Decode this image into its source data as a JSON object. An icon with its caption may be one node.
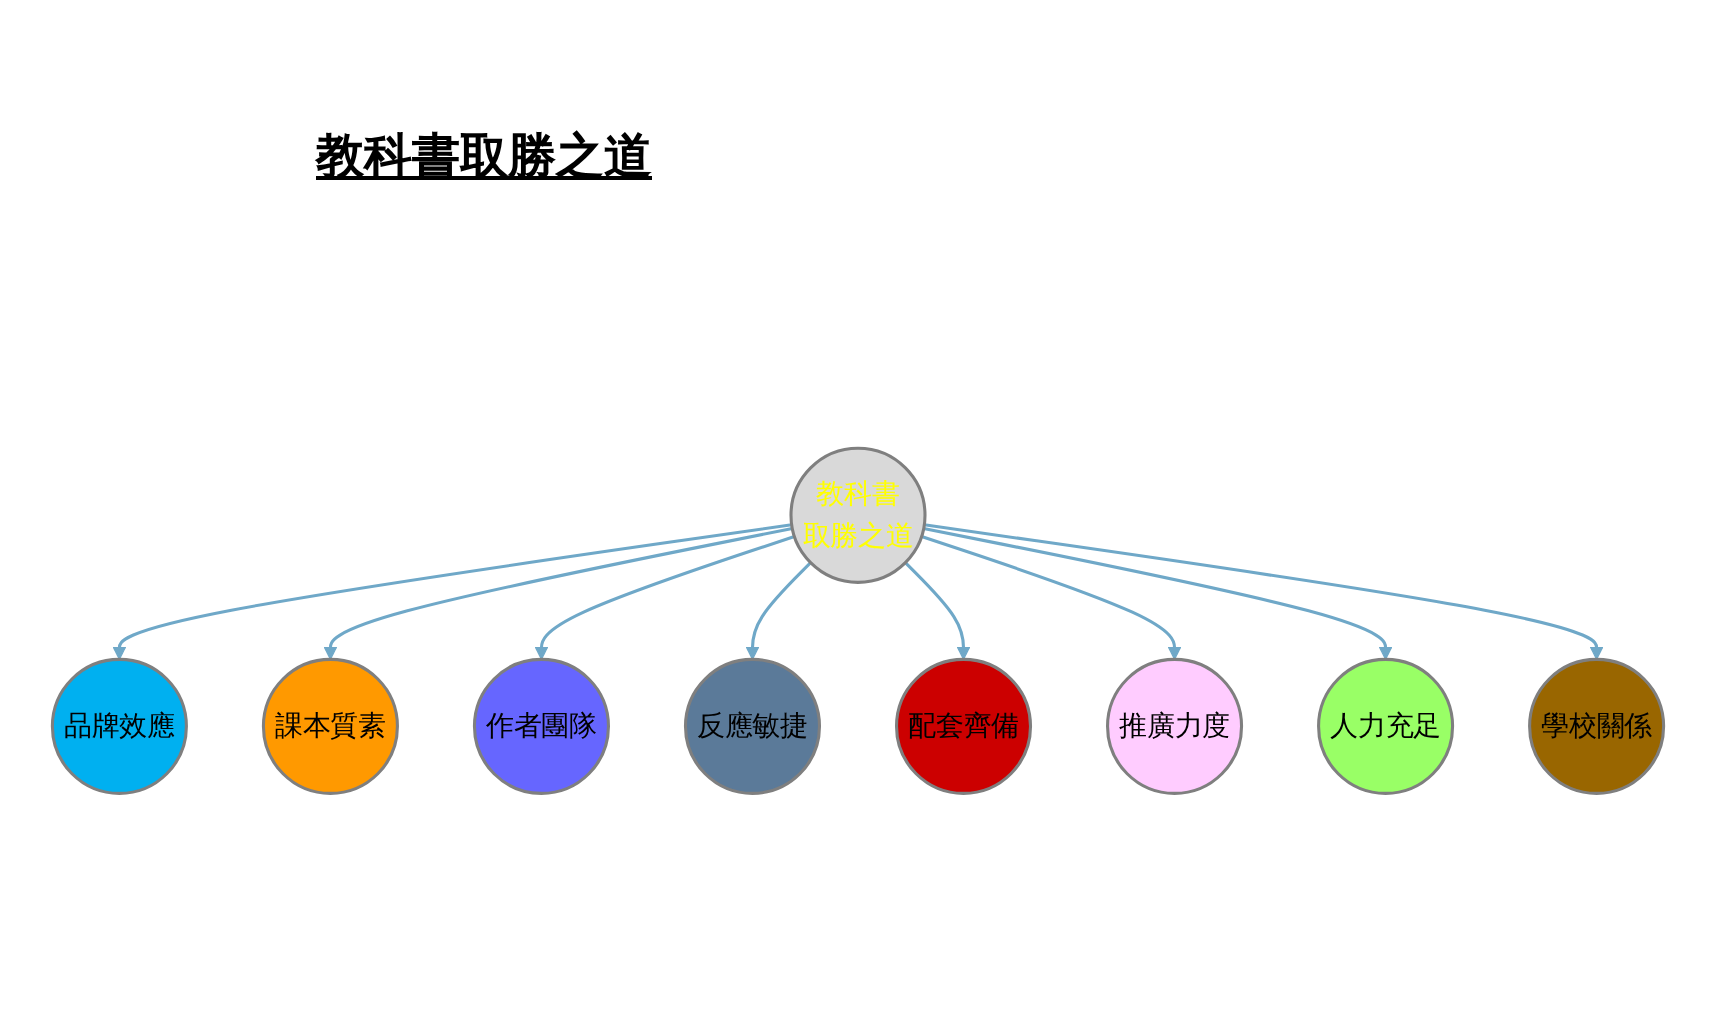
{
  "diagram": {
    "title": "教科書取勝之道",
    "nodes": [
      {
        "text": [
          "教科書",
          "取勝之道"
        ]
      },
      {
        "text": [
          "品牌效應"
        ]
      },
      {
        "text": [
          "課本質素"
        ]
      },
      {
        "text": [
          "作者團隊"
        ]
      },
      {
        "text": [
          "反應敏捷"
        ]
      },
      {
        "text": [
          "配套齊備"
        ]
      },
      {
        "text": [
          "推廣力度"
        ]
      },
      {
        "text": [
          "人力充足"
        ]
      },
      {
        "text": [
          "學校關係"
        ]
      }
    ],
    "edges": [
      {
        "from": 0,
        "to": 1,
        "arrow": "to"
      },
      {
        "from": 0,
        "to": 2,
        "arrow": "to"
      },
      {
        "from": 0,
        "to": 3,
        "arrow": "to"
      },
      {
        "from": 0,
        "to": 4,
        "arrow": "to"
      },
      {
        "from": 0,
        "to": 5,
        "arrow": "to"
      },
      {
        "from": 0,
        "to": 6,
        "arrow": "to"
      },
      {
        "from": 0,
        "to": 7,
        "arrow": "to"
      },
      {
        "from": 0,
        "to": 8,
        "arrow": "to"
      }
    ]
  }
}
